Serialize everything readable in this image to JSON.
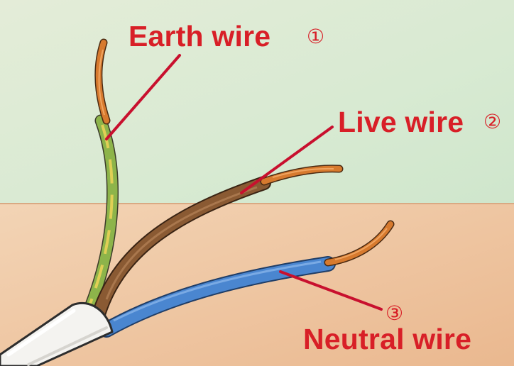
{
  "labels": {
    "earth": {
      "text": "Earth wire",
      "number": "①"
    },
    "live": {
      "text": "Live wire",
      "number": "②"
    },
    "neutral": {
      "text": "Neutral wire",
      "number": "③"
    }
  },
  "colors": {
    "label_text": "#d81f27",
    "leader_line": "#c8102e",
    "wall": "#dcebd6",
    "table": "#efc7a4",
    "cable_sheath": "#f4f3f0",
    "earth_insulation_green": "#8db44a",
    "earth_insulation_yellow": "#e0cf55",
    "live_insulation": "#8a5a33",
    "neutral_insulation": "#4a86d0",
    "copper": "#d77a2e"
  }
}
